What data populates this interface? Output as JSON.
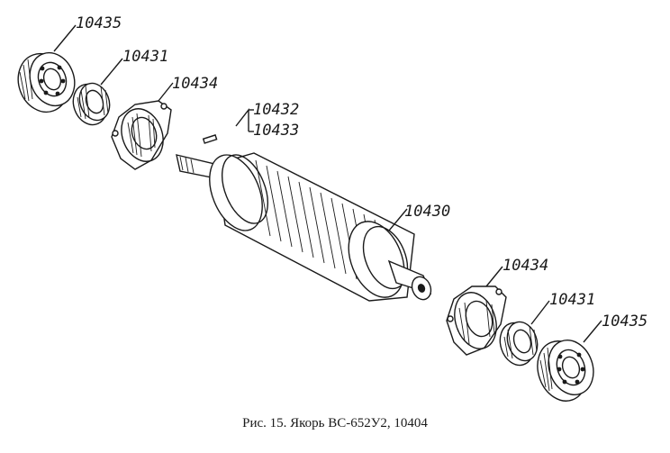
{
  "labels": {
    "bearing_left": "10435",
    "ring_left": "10431",
    "cap_left": "10434",
    "key_a": "10432",
    "key_b": "10433",
    "armature": "10430",
    "cap_right": "10434",
    "ring_right": "10431",
    "bearing_right": "10435"
  },
  "caption": "Рис. 15. Якорь ВС-652У2, 10404"
}
